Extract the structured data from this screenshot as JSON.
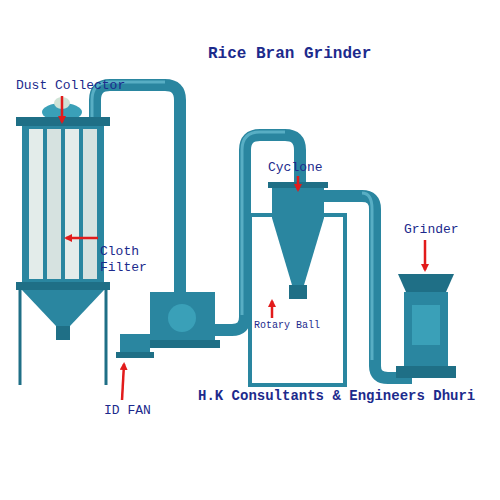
{
  "diagram": {
    "title": "Rice Bran Grinder",
    "labels": [
      "Dust Collector",
      "Cloth Filter",
      "Cyclone",
      "Grinder",
      "Rotary Ball",
      "ID FAN",
      "H.K Consultants & Engineers Dhuri"
    ]
  }
}
